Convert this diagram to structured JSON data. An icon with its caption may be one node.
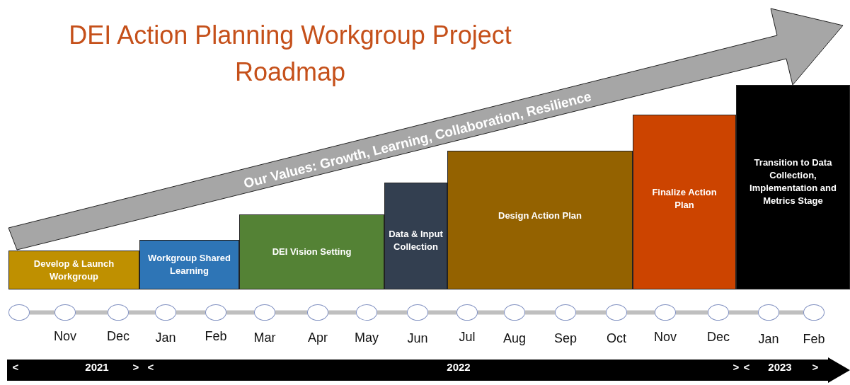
{
  "diagram": {
    "title": "DEI Action Planning Workgroup Project Roadmap",
    "nodes": [
      {
        "text": [
          "Our Values: Growth, Learning, Collaboration, Resilience"
        ]
      },
      {
        "text": [
          "Develop & Launch Workgroup"
        ]
      },
      {
        "text": [
          "Workgroup Shared Learning"
        ]
      },
      {
        "text": [
          "DEI Vision Setting"
        ]
      },
      {
        "text": [
          "Data & Input Collection"
        ]
      },
      {
        "text": [
          "Design Action Plan"
        ]
      },
      {
        "text": [
          "Finalize Action Plan"
        ]
      },
      {
        "text": [
          "Transition to Data Collection, Implementation and Metrics Stage"
        ]
      },
      {
        "text": [],
        "shape": "circle"
      },
      {
        "text": [],
        "shape": "circle"
      },
      {
        "text": [],
        "shape": "circle"
      },
      {
        "text": [],
        "shape": "circle"
      },
      {
        "text": [],
        "shape": "circle"
      },
      {
        "text": [],
        "shape": "circle"
      },
      {
        "text": [],
        "shape": "circle"
      },
      {
        "text": [],
        "shape": "circle"
      },
      {
        "text": [],
        "shape": "circle"
      },
      {
        "text": [],
        "shape": "circle"
      },
      {
        "text": [],
        "shape": "circle"
      },
      {
        "text": [],
        "shape": "circle"
      },
      {
        "text": [],
        "shape": "circle"
      },
      {
        "text": [],
        "shape": "circle"
      },
      {
        "text": [],
        "shape": "circle"
      },
      {
        "text": [],
        "shape": "circle"
      },
      {
        "text": [],
        "shape": "circle"
      },
      {
        "text": [
          "<",
          "2021",
          ">",
          "<",
          "2022",
          ">",
          "<",
          "2023",
          ">"
        ]
      }
    ],
    "edges": [
      {
        "from": 8,
        "to": 9,
        "arrow": "none"
      },
      {
        "from": 9,
        "to": 10,
        "arrow": "none"
      },
      {
        "from": 10,
        "to": 11,
        "arrow": "none"
      },
      {
        "from": 11,
        "to": 12,
        "arrow": "none"
      },
      {
        "from": 12,
        "to": 13,
        "arrow": "none"
      },
      {
        "from": 13,
        "to": 14,
        "arrow": "none"
      },
      {
        "from": 14,
        "to": 15,
        "arrow": "none"
      },
      {
        "from": 15,
        "to": 16,
        "arrow": "none"
      },
      {
        "from": 16,
        "to": 17,
        "arrow": "none"
      },
      {
        "from": 17,
        "to": 18,
        "arrow": "none"
      },
      {
        "from": 18,
        "to": 19,
        "arrow": "none"
      },
      {
        "from": 19,
        "to": 20,
        "arrow": "none"
      },
      {
        "from": 20,
        "to": 21,
        "arrow": "none"
      },
      {
        "from": 21,
        "to": 22,
        "arrow": "none"
      },
      {
        "from": 22,
        "to": 23,
        "arrow": "none"
      },
      {
        "from": 23,
        "to": 24,
        "arrow": "none"
      }
    ],
    "labels": [
      "Nov",
      "Dec",
      "Jan",
      "Feb",
      "Mar",
      "Apr",
      "May",
      "Jun",
      "Jul",
      "Aug",
      "Sep",
      "Oct",
      "Nov",
      "Dec",
      "Jan",
      "Feb"
    ]
  }
}
